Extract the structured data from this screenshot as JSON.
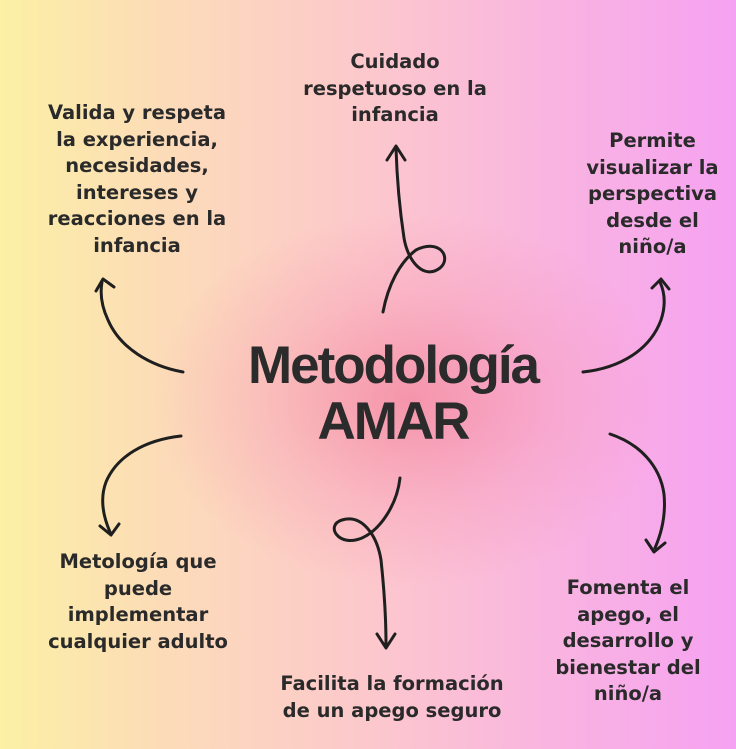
{
  "title": {
    "line1": "Metodología",
    "line2": "AMAR"
  },
  "items": {
    "top": "Cuidado\nrespetuoso en la\ninfancia",
    "top_left": "Valida y respeta\nla experiencia,\nnecesidades,\nintereses y\nreacciones en la\ninfancia",
    "top_right": "Permite\nvisualizar la\nperspectiva\ndesde el\nniño/a",
    "bottom_left": "Metología que\npuede\nimplementar\ncualquier adulto",
    "bottom": "Facilita la formación\nde un apego seguro",
    "bottom_right": "Fomenta el\napego, el\ndesarrollo y\nbienestar del\nniño/a"
  },
  "colors": {
    "text": "#2a2a2a",
    "arrow": "#1f1f1f",
    "gradient_left": "#fbf0a4",
    "gradient_right": "#f6a2f2"
  }
}
